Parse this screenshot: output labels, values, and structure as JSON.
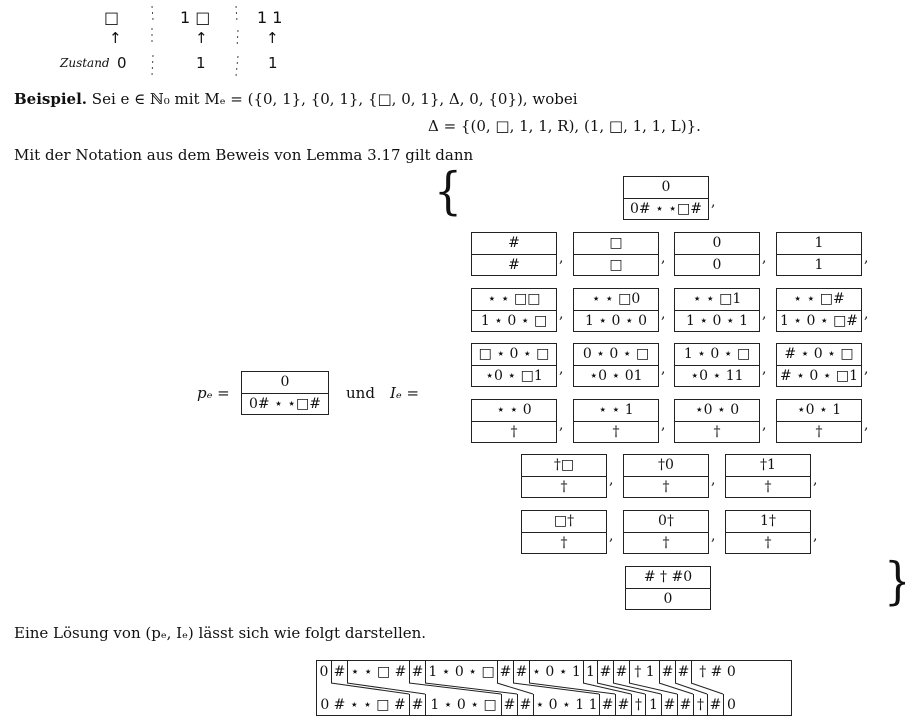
{
  "sketch": {
    "header": [
      "□",
      "1 □",
      "1 1"
    ],
    "arrows": [
      "↑",
      "↑",
      "↑"
    ],
    "state_label": "Zustand",
    "states": [
      "0",
      "1",
      "1"
    ]
  },
  "beispiel": {
    "label": "Beispiel.",
    "line1": "Sei e ∈ ℕ₀ mit Mₑ = ({0, 1}, {0, 1}, {□, 0, 1}, Δ, 0, {0}), wobei",
    "line2": "Δ = {(0, □, 1, 1, R), (1, □, 1, 1, L)}."
  },
  "notation_line": "Mit der Notation aus dem Beweis von Lemma 3.17 gilt dann",
  "pe": {
    "label": "pₑ =",
    "top": "0",
    "bottom": "0# ⋆ ⋆□#"
  },
  "und": "und",
  "ie_label": "Iₑ =",
  "ie_tiles": [
    [
      {
        "t": "0",
        "b": "0# ⋆ ⋆□#"
      }
    ],
    [
      {
        "t": "#",
        "b": "#"
      },
      {
        "t": "□",
        "b": "□"
      },
      {
        "t": "0",
        "b": "0"
      },
      {
        "t": "1",
        "b": "1"
      }
    ],
    [
      {
        "t": "⋆ ⋆ □□",
        "b": "1 ⋆ 0 ⋆ □"
      },
      {
        "t": "⋆ ⋆ □0",
        "b": "1 ⋆ 0 ⋆ 0"
      },
      {
        "t": "⋆ ⋆ □1",
        "b": "1 ⋆ 0 ⋆ 1"
      },
      {
        "t": "⋆ ⋆ □#",
        "b": "1 ⋆ 0 ⋆ □#"
      }
    ],
    [
      {
        "t": "□ ⋆ 0 ⋆ □",
        "b": "⋆0 ⋆ □1"
      },
      {
        "t": "0 ⋆ 0 ⋆ □",
        "b": "⋆0 ⋆ 01"
      },
      {
        "t": "1 ⋆ 0 ⋆ □",
        "b": "⋆0 ⋆ 11"
      },
      {
        "t": "# ⋆ 0 ⋆ □",
        "b": "# ⋆ 0 ⋆ □1"
      }
    ],
    [
      {
        "t": "⋆ ⋆ 0",
        "b": "†"
      },
      {
        "t": "⋆ ⋆ 1",
        "b": "†"
      },
      {
        "t": "⋆0 ⋆ 0",
        "b": "†"
      },
      {
        "t": "⋆0 ⋆ 1",
        "b": "†"
      }
    ],
    [
      {
        "t": "†□",
        "b": "†"
      },
      {
        "t": "†0",
        "b": "†"
      },
      {
        "t": "†1",
        "b": "†"
      }
    ],
    [
      {
        "t": "□†",
        "b": "†"
      },
      {
        "t": "0†",
        "b": "†"
      },
      {
        "t": "1†",
        "b": "†"
      }
    ],
    [
      {
        "t": "# † #0",
        "b": "0"
      }
    ]
  ],
  "solution_line": "Eine Lösung von (pₑ, Iₑ) lässt sich wie folgt darstellen.",
  "solution": {
    "top": [
      "0",
      "#",
      "⋆ ⋆ □ #",
      "#",
      "1 ⋆ 0 ⋆ □",
      "#",
      "#",
      "⋆ 0 ⋆ 1",
      "1",
      "#",
      "#",
      "† 1",
      "#",
      "#",
      "† # 0"
    ],
    "bottom": [
      "0 # ⋆ ⋆ □ #",
      "#",
      "1 ⋆ 0 ⋆ □",
      "#",
      "#",
      "⋆ 0 ⋆ 1 1",
      "#",
      "#",
      "†",
      "1",
      "#",
      "#",
      "†",
      "#",
      "0"
    ]
  }
}
